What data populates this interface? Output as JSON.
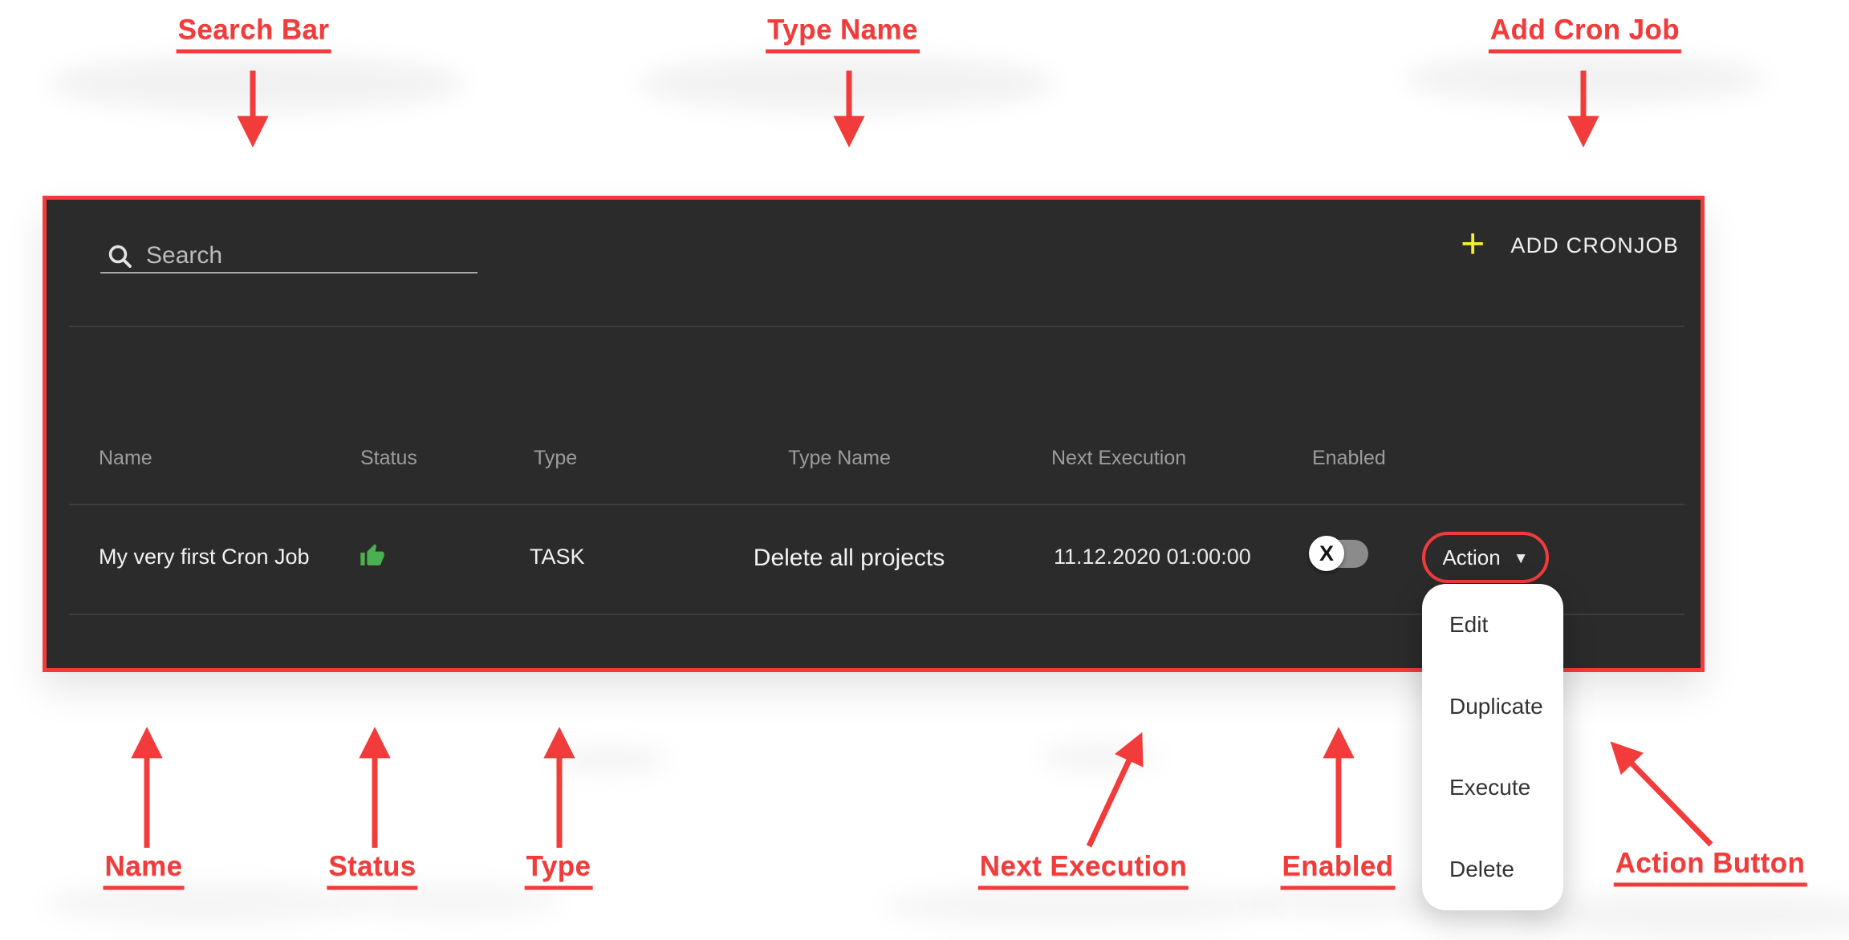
{
  "accent_red": "#f23b3b",
  "annotations": {
    "search_bar": "Search Bar",
    "type_name": "Type Name",
    "add_cron_job": "Add Cron Job",
    "name": "Name",
    "status": "Status",
    "type": "Type",
    "next_execution": "Next Execution",
    "enabled": "Enabled",
    "action_button": "Action Button"
  },
  "cronjobs_panel": {
    "search": {
      "placeholder": "Search"
    },
    "add_button": {
      "plus_glyph": "+",
      "label": "ADD CRONJOB"
    },
    "table": {
      "headers": [
        "Name",
        "Status",
        "Type",
        "Type Name",
        "Next Execution",
        "Enabled"
      ],
      "row": {
        "name": "My very first Cron Job",
        "status_icon": "thumb-up-green",
        "type": "TASK",
        "type_name": "Delete all projects",
        "next_execution": "11.12.2020 01:00:00",
        "enabled_toggle_glyph": "X",
        "action_label": "Action",
        "action_caret": "▼"
      }
    }
  },
  "action_menu": {
    "items": [
      "Edit",
      "Duplicate",
      "Execute",
      "Delete"
    ]
  },
  "colors": {
    "panel_bg": "#2b2b2b",
    "panel_border": "#f43b3b",
    "plus_yellow": "#f3ee33",
    "thumb_green": "#4caf50"
  }
}
